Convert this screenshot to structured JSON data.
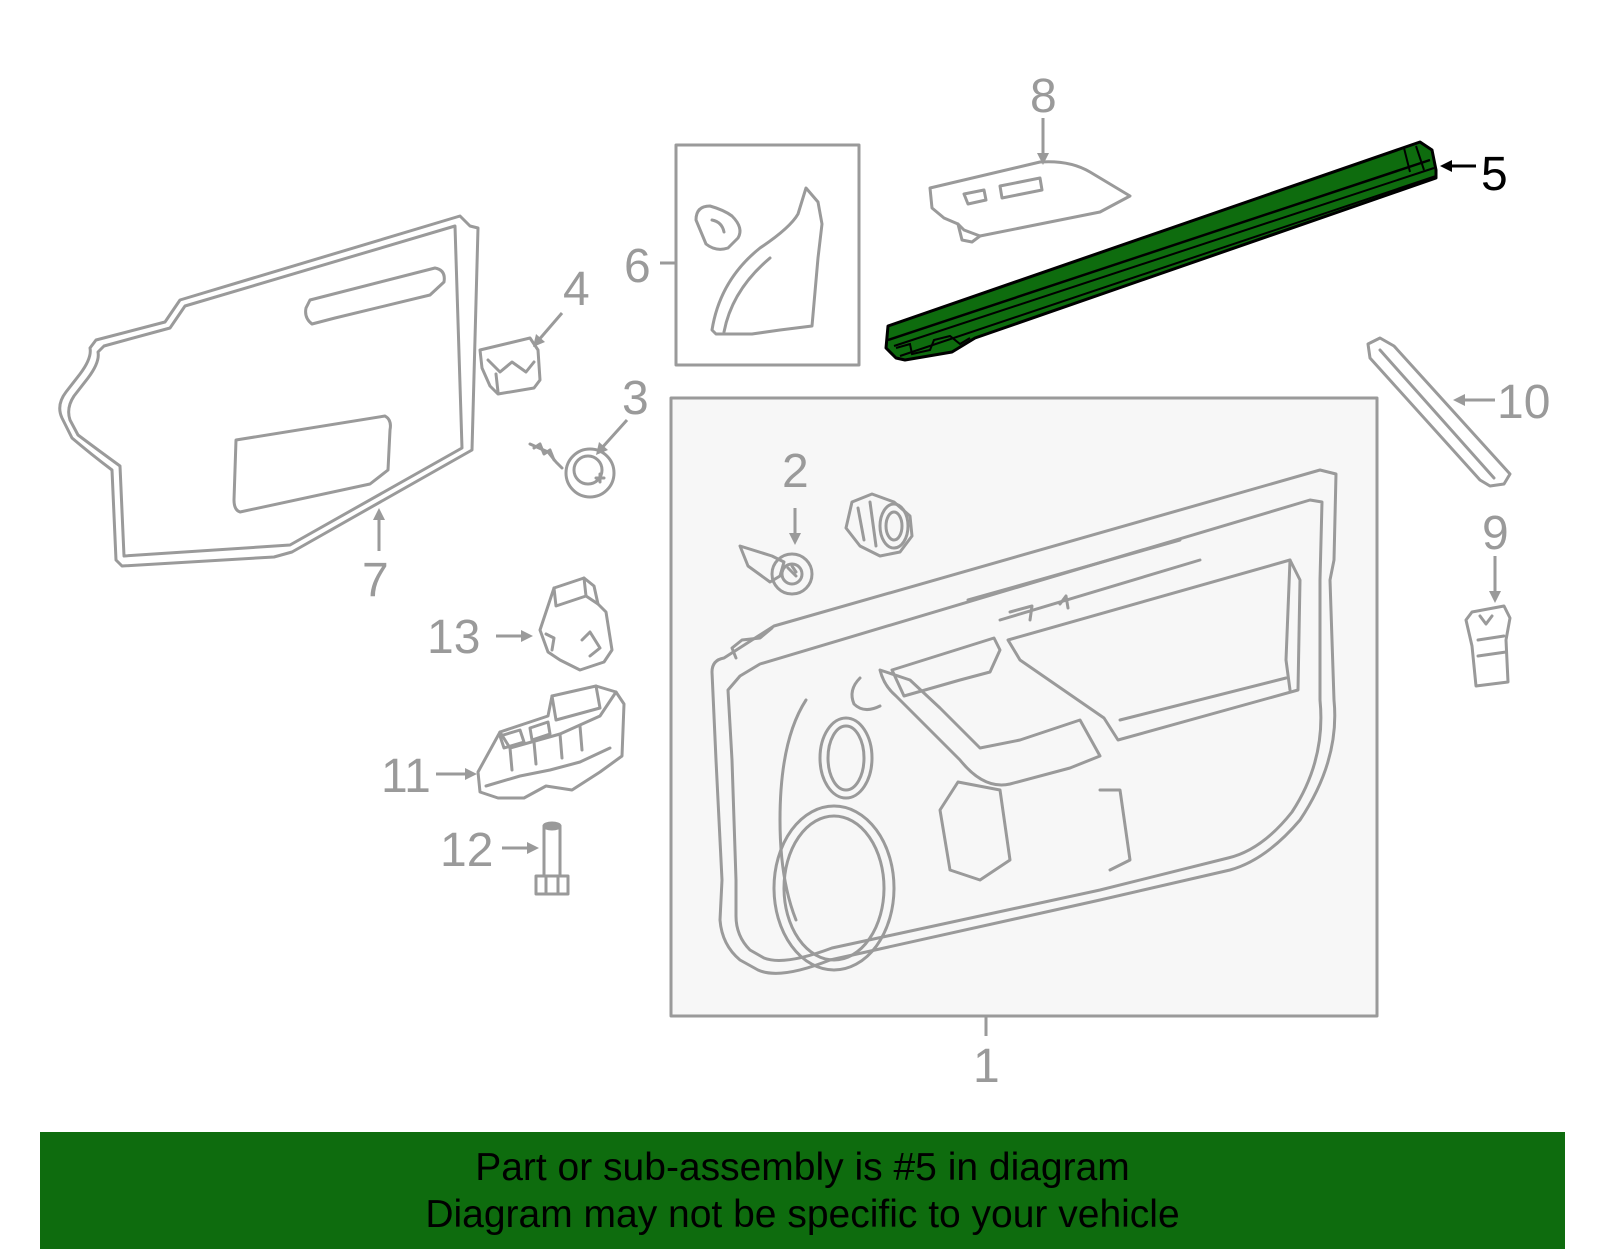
{
  "diagram": {
    "highlight_color": "#0e6c0e",
    "line_color": "#9a9a9a",
    "callouts": {
      "c1": "1",
      "c2": "2",
      "c3": "3",
      "c4": "4",
      "c5": "5",
      "c6": "6",
      "c7": "7",
      "c8": "8",
      "c9": "9",
      "c10": "10",
      "c11": "11",
      "c12": "12",
      "c13": "13"
    },
    "highlighted_part": "5"
  },
  "banner": {
    "line1": "Part or sub-assembly is #5 in diagram",
    "line2": "Diagram may not be specific to your vehicle",
    "background": "#0e6c0e"
  }
}
